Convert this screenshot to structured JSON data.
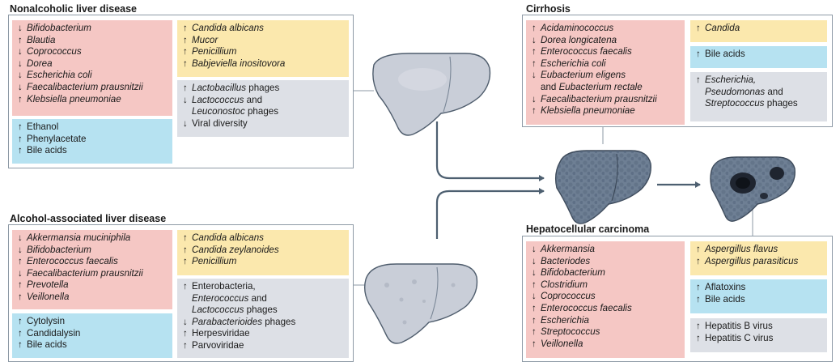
{
  "titles": {
    "nafld": "Nonalcoholic liver disease",
    "ald": "Alcohol-associated liver disease",
    "cirrhosis": "Cirrhosis",
    "hcc": "Hepatocellular carcinoma"
  },
  "boxes": {
    "nafld_bacteria": [
      [
        {
          "a": "↓ "
        },
        {
          "t": "Bifidobacterium",
          "i": true
        }
      ],
      [
        {
          "a": "↑ "
        },
        {
          "t": "Blautia",
          "i": true
        }
      ],
      [
        {
          "a": "↓ "
        },
        {
          "t": "Coprococcus",
          "i": true
        }
      ],
      [
        {
          "a": "↓ "
        },
        {
          "t": "Dorea",
          "i": true
        }
      ],
      [
        {
          "a": "↓ "
        },
        {
          "t": "Escherichia coli",
          "i": true
        }
      ],
      [
        {
          "a": "↓ "
        },
        {
          "t": "Faecalibacterium prausnitzii",
          "i": true
        }
      ],
      [
        {
          "a": "↑ "
        },
        {
          "t": "Klebsiella pneumoniae",
          "i": true
        }
      ]
    ],
    "nafld_fungi": [
      [
        {
          "a": "↑ "
        },
        {
          "t": "Candida albicans",
          "i": true
        }
      ],
      [
        {
          "a": "↑ "
        },
        {
          "t": "Mucor",
          "i": true
        }
      ],
      [
        {
          "a": "↑ "
        },
        {
          "t": "Penicillium",
          "i": true
        }
      ],
      [
        {
          "a": "↑ "
        },
        {
          "t": "Babjeviella inositovora",
          "i": true
        }
      ]
    ],
    "nafld_metabolites": [
      [
        {
          "a": "↑ "
        },
        {
          "t": "Ethanol"
        }
      ],
      [
        {
          "a": "↑ "
        },
        {
          "t": "Phenylacetate"
        }
      ],
      [
        {
          "a": "↑ "
        },
        {
          "t": "Bile acids"
        }
      ]
    ],
    "nafld_viruses": [
      [
        {
          "a": "↑ "
        },
        {
          "t": "Lactobacillus",
          "i": true
        },
        {
          "t": " phages"
        }
      ],
      [
        {
          "a": "↓ "
        },
        {
          "t": "Lactococcus",
          "i": true
        },
        {
          "t": " and"
        }
      ],
      [
        {
          "ind": true
        },
        {
          "t": "Leuconostoc",
          "i": true
        },
        {
          "t": " phages"
        }
      ],
      [
        {
          "a": "↓ "
        },
        {
          "t": "Viral diversity"
        }
      ]
    ],
    "ald_bacteria": [
      [
        {
          "a": "↓ "
        },
        {
          "t": "Akkermansia muciniphila",
          "i": true
        }
      ],
      [
        {
          "a": "↓ "
        },
        {
          "t": "Bifidobacterium",
          "i": true
        }
      ],
      [
        {
          "a": "↑ "
        },
        {
          "t": "Enterococcus faecalis",
          "i": true
        }
      ],
      [
        {
          "a": "↓ "
        },
        {
          "t": "Faecalibacterium prausnitzii",
          "i": true
        }
      ],
      [
        {
          "a": "↑ "
        },
        {
          "t": "Prevotella",
          "i": true
        }
      ],
      [
        {
          "a": "↑ "
        },
        {
          "t": "Veillonella",
          "i": true
        }
      ]
    ],
    "ald_fungi": [
      [
        {
          "a": "↑ "
        },
        {
          "t": "Candida albicans",
          "i": true
        }
      ],
      [
        {
          "a": "↑ "
        },
        {
          "t": "Candida zeylanoides",
          "i": true
        }
      ],
      [
        {
          "a": "↑ "
        },
        {
          "t": "Penicillium",
          "i": true
        }
      ]
    ],
    "ald_metabolites": [
      [
        {
          "a": "↑ "
        },
        {
          "t": "Cytolysin"
        }
      ],
      [
        {
          "a": "↑ "
        },
        {
          "t": "Candidalysin"
        }
      ],
      [
        {
          "a": "↑ "
        },
        {
          "t": "Bile acids"
        }
      ]
    ],
    "ald_viruses": [
      [
        {
          "a": "↑ "
        },
        {
          "t": "Enterobacteria,"
        }
      ],
      [
        {
          "ind": true
        },
        {
          "t": "Enterococcus",
          "i": true
        },
        {
          "t": " and"
        }
      ],
      [
        {
          "ind": true
        },
        {
          "t": "Lactococcus",
          "i": true
        },
        {
          "t": " phages"
        }
      ],
      [
        {
          "a": "↓ "
        },
        {
          "t": "Parabacterioides",
          "i": true
        },
        {
          "t": " phages"
        }
      ],
      [
        {
          "a": "↑ "
        },
        {
          "t": "Herpesviridae"
        }
      ],
      [
        {
          "a": "↑ "
        },
        {
          "t": "Parvoviridae"
        }
      ]
    ],
    "cirr_bacteria": [
      [
        {
          "a": "↑ "
        },
        {
          "t": "Acidaminococcus",
          "i": true
        }
      ],
      [
        {
          "a": "↓ "
        },
        {
          "t": "Dorea longicatena",
          "i": true
        }
      ],
      [
        {
          "a": "↑ "
        },
        {
          "t": "Enterococcus faecalis",
          "i": true
        }
      ],
      [
        {
          "a": "↑ "
        },
        {
          "t": "Escherichia coli",
          "i": true
        }
      ],
      [
        {
          "a": "↓ "
        },
        {
          "t": "Eubacterium eligens",
          "i": true
        }
      ],
      [
        {
          "ind": true
        },
        {
          "t": "and "
        },
        {
          "t": "Eubacterium rectale",
          "i": true
        }
      ],
      [
        {
          "a": "↓ "
        },
        {
          "t": "Faecalibacterium prausnitzii",
          "i": true
        }
      ],
      [
        {
          "a": "↑ "
        },
        {
          "t": "Klebsiella pneumoniae",
          "i": true
        }
      ]
    ],
    "cirr_fungi": [
      [
        {
          "a": "↑ "
        },
        {
          "t": "Candida",
          "i": true
        }
      ]
    ],
    "cirr_metabolites": [
      [
        {
          "a": "↑ "
        },
        {
          "t": "Bile acids"
        }
      ]
    ],
    "cirr_viruses": [
      [
        {
          "a": "↑ "
        },
        {
          "t": "Escherichia,",
          "i": true
        }
      ],
      [
        {
          "ind": true
        },
        {
          "t": "Pseudomonas",
          "i": true
        },
        {
          "t": " and"
        }
      ],
      [
        {
          "ind": true
        },
        {
          "t": "Streptococcus",
          "i": true
        },
        {
          "t": " phages"
        }
      ]
    ],
    "hcc_bacteria": [
      [
        {
          "a": "↓ "
        },
        {
          "t": "Akkermansia",
          "i": true
        }
      ],
      [
        {
          "a": "↓ "
        },
        {
          "t": "Bacteriodes",
          "i": true
        }
      ],
      [
        {
          "a": "↓ "
        },
        {
          "t": "Bifidobacterium",
          "i": true
        }
      ],
      [
        {
          "a": "↑ "
        },
        {
          "t": "Clostridium",
          "i": true
        }
      ],
      [
        {
          "a": "↓ "
        },
        {
          "t": "Coprococcus",
          "i": true
        }
      ],
      [
        {
          "a": "↑ "
        },
        {
          "t": "Enterococcus faecalis",
          "i": true
        }
      ],
      [
        {
          "a": "↑ "
        },
        {
          "t": "Escherichia",
          "i": true
        }
      ],
      [
        {
          "a": "↑ "
        },
        {
          "t": "Streptococcus",
          "i": true
        }
      ],
      [
        {
          "a": "↑ "
        },
        {
          "t": "Veillonella",
          "i": true
        }
      ]
    ],
    "hcc_fungi": [
      [
        {
          "a": "↑ "
        },
        {
          "t": "Aspergillus flavus",
          "i": true
        }
      ],
      [
        {
          "a": "↑ "
        },
        {
          "t": "Aspergillus parasiticus",
          "i": true
        }
      ]
    ],
    "hcc_metabolites": [
      [
        {
          "a": "↑ "
        },
        {
          "t": "Aflatoxins"
        }
      ],
      [
        {
          "a": "↑ "
        },
        {
          "t": "Bile acids"
        }
      ]
    ],
    "hcc_viruses": [
      [
        {
          "a": "↑ "
        },
        {
          "t": "Hepatitis B virus"
        }
      ],
      [
        {
          "a": "↑ "
        },
        {
          "t": "Hepatitis C virus"
        }
      ]
    ]
  },
  "colors": {
    "bacteria": "#f5c7c4",
    "fungi": "#fbe8ad",
    "metabolites": "#b6e2f1",
    "viruses": "#dde0e6",
    "healthy_liver": "#c9ced8",
    "cirrhotic_liver": "#6e7f94",
    "arrow": "#4d5f70"
  },
  "icons": [
    "healthy-liver-icon",
    "fatty-liver-icon",
    "cirrhotic-liver-icon",
    "cancerous-liver-icon",
    "flow-arrow-icon"
  ]
}
